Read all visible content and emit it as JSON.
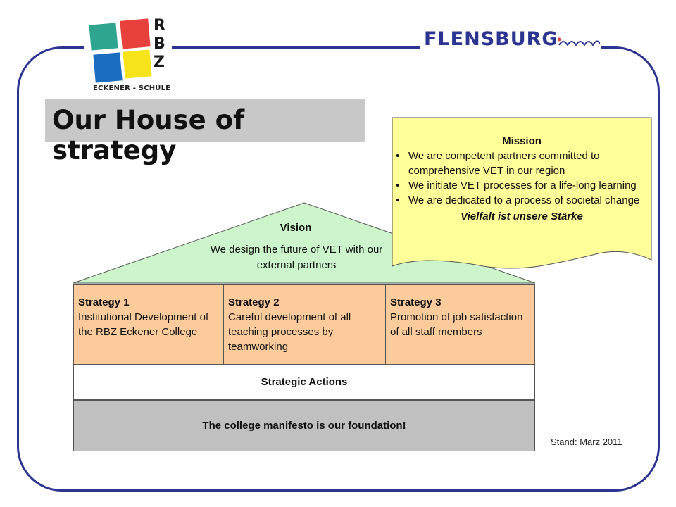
{
  "logo": {
    "letters": [
      "R",
      "B",
      "Z"
    ],
    "school_name": "ECKENER - SCHULE",
    "colors": {
      "green": "#2ea68f",
      "red": "#e8413c",
      "blue": "#1b6dbf",
      "yellow": "#f6e31a"
    }
  },
  "city_logo": {
    "text": "FLENSBURG",
    "color": "#2b3490"
  },
  "title": "Our House of strategy",
  "vision": {
    "title": "Vision",
    "text": "We design the future of VET with our external partners",
    "color": "#ccf5cc"
  },
  "mission": {
    "title": "Mission",
    "items": [
      "We are competent partners committed to comprehensive VET in our region",
      "We initiate VET processes for a life-long learning",
      "We are dedicated to a process of societal change"
    ],
    "motto": "Vielfalt ist unsere Stärke",
    "color": "#ffff99"
  },
  "strategies": [
    {
      "title": "Strategy 1",
      "text": "Institutional Development of the RBZ Eckener College"
    },
    {
      "title": "Strategy 2",
      "text": "Careful development of all teaching processes by teamworking"
    },
    {
      "title": "Strategy 3",
      "text": "Promotion of job satisfaction of all staff members"
    }
  ],
  "strategy_color": "#fbcb9c",
  "strategic_actions": "Strategic Actions",
  "foundation": "The college manifesto is our foundation!",
  "stand": "Stand: März 2011",
  "frame_color": "#2b3490"
}
